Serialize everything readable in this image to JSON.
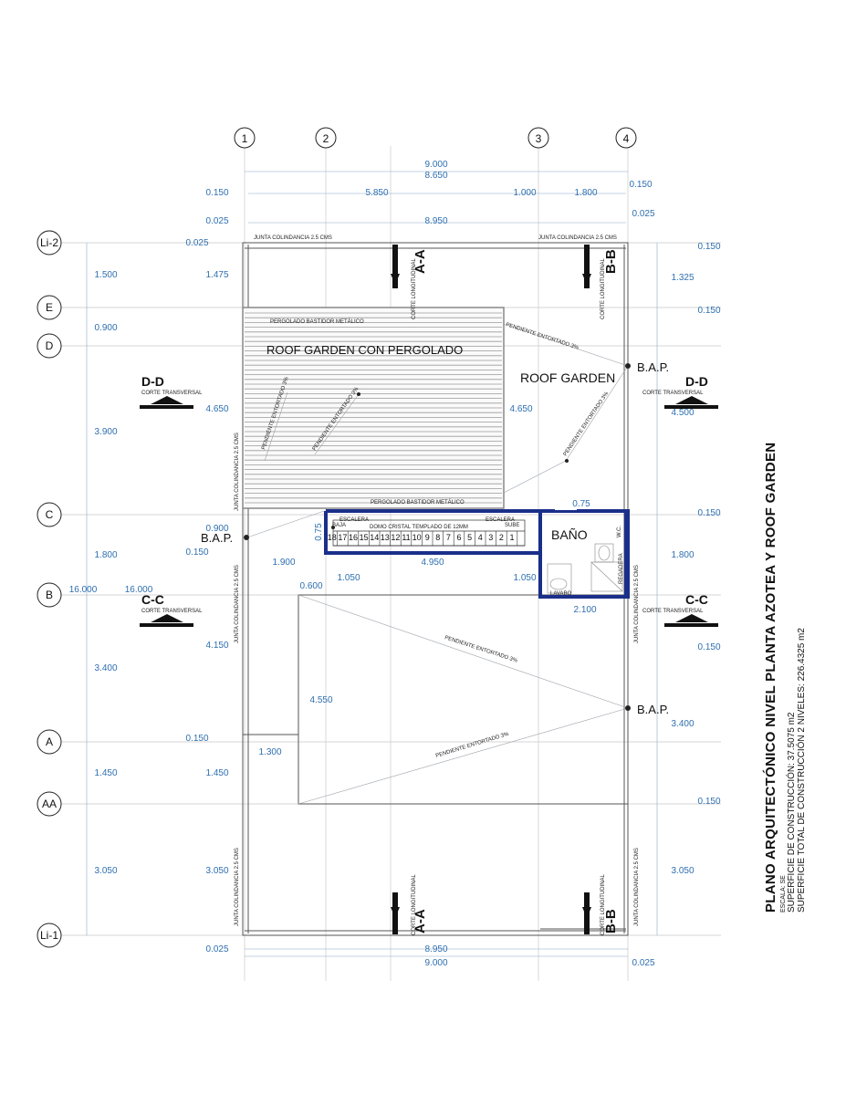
{
  "axes_top": [
    "1",
    "2",
    "3",
    "4"
  ],
  "axes_left": [
    "Li-2",
    "E",
    "D",
    "C",
    "B",
    "A",
    "AA",
    "Li-1"
  ],
  "dims": {
    "top": [
      "9.000",
      "8.650",
      "0.150",
      "5.850",
      "1.000",
      "1.800",
      "0.150",
      "0.025",
      "8.950",
      "0.025",
      "0.025"
    ],
    "bottom": [
      "0.025",
      "8.950",
      "9.000",
      "0.025"
    ],
    "left_outer": [
      "1.500",
      "0.900",
      "3.900",
      "1.800",
      "16.000",
      "3.400",
      "1.450",
      "3.050"
    ],
    "left_inner": [
      "1.475",
      "4.650",
      "0.900",
      "0.150",
      "16.000",
      "4.150",
      "0.150",
      "1.450",
      "3.050"
    ],
    "right": [
      "0.150",
      "1.325",
      "0.150",
      "4.500",
      "0.150",
      "1.800",
      "0.150",
      "3.400",
      "0.150",
      "3.050"
    ],
    "interior": [
      "4.650",
      "1.900",
      "4.950",
      "1.050",
      "1.050",
      "0.600",
      "2.100",
      "4.550",
      "1.300",
      "0.75",
      "0.75"
    ]
  },
  "labels": {
    "junta_top_left": "JUNTA COLINDANCIA 2.5 CMS",
    "junta_top_right": "JUNTA COLINDANCIA 2.5 CMS",
    "junta_vertical": "JUNTA COLINDANCIA 2.5 CMS",
    "pergolado_top": "PERGOLADO BASTIDOR METÁLICO",
    "pergolado_bottom": "PERGOLADO BASTIDOR METÁLICO",
    "roof_garden_pergolado": "ROOF GARDEN CON PERGOLADO",
    "roof_garden": "ROOF GARDEN",
    "bap": "B.A.P.",
    "bano": "BAÑO",
    "domo": "DOMO CRISTAL TEMPLADO DE 12MM",
    "escalera": "ESCALERA",
    "baja": "BAJA",
    "sube": "SUBE",
    "pendiente": "PENDIENTE ENTORTADO 3%",
    "lavabo": "LAVABO",
    "regadera": "REGADERA",
    "wc": "W.C.",
    "stair_numbers": [
      "18",
      "17",
      "16",
      "15",
      "14",
      "13",
      "12",
      "11",
      "10",
      "9",
      "8",
      "7",
      "6",
      "5",
      "4",
      "3",
      "2",
      "1"
    ]
  },
  "sections": {
    "aa": "A-A",
    "bb": "B-B",
    "cc": "C-C",
    "dd": "D-D",
    "longitudinal": "CORTE LONGITUDINAL",
    "transversal": "CORTE TRANSVERSAL"
  },
  "title": {
    "main": "PLANO ARQUITECTÓNICO NIVEL PLANTA AZOTEA Y ROOF GARDEN",
    "escala": "ESCALA: SE",
    "superficie": "SUPERFICIE DE CONSTRUCCIÓN: 37.5075 m2",
    "superficie_total": "SUPERFICIE TOTAL DE CONSTRUCCIÓN 2 NIVELES: 226.4325 m2"
  },
  "colors": {
    "dimension": "#2e6fb0",
    "wall_blue": "#1a2f8a",
    "line": "#333333"
  }
}
